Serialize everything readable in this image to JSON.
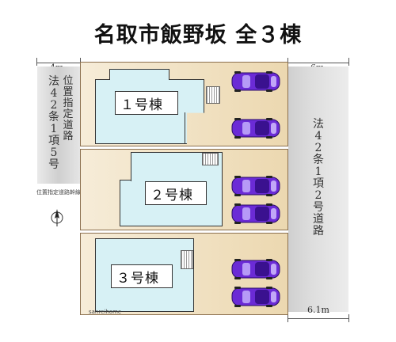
{
  "title": "名取市飯野坂 全３棟",
  "left_road": {
    "width": "4m",
    "label": "法42条1項5号",
    "sub_label": "位置指定道路",
    "small_note": "位置指定道路幹線"
  },
  "right_road": {
    "width_top": "6m",
    "width_bottom": "6.1m",
    "label": "法42条1項2号道路"
  },
  "lots": [
    {
      "label_num": "１",
      "label_suffix": "号棟"
    },
    {
      "label_num": "２",
      "label_suffix": "号棟"
    },
    {
      "label_num": "３",
      "label_suffix": "号棟"
    }
  ],
  "watermark": "sanreihome",
  "north": "N",
  "colors": {
    "house": "#d7f1f5",
    "lot": "#f1e3c9",
    "road": "#d9d9d9",
    "car": "#6b2bd6"
  }
}
